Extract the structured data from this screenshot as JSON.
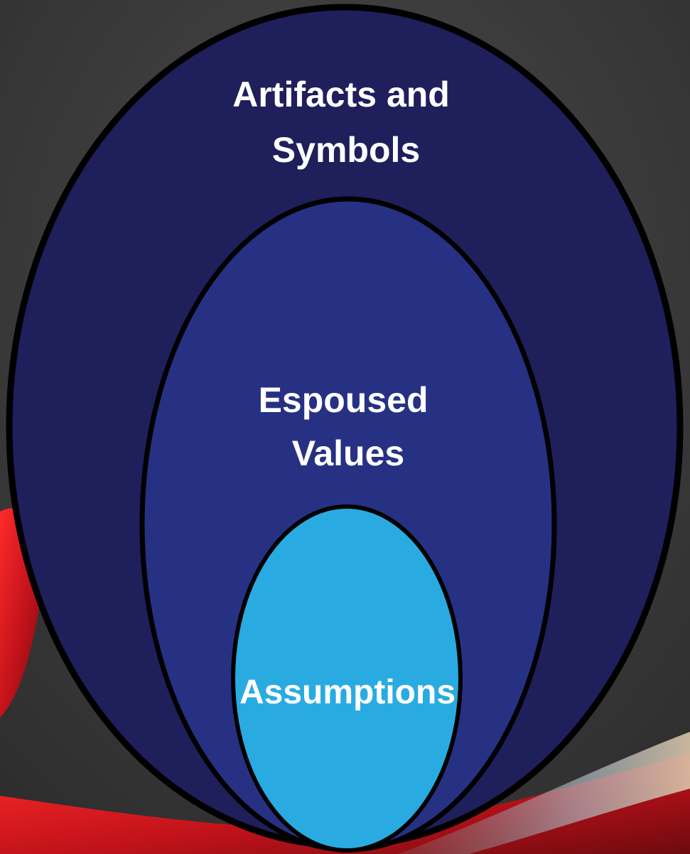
{
  "diagram": {
    "layers": [
      {
        "id": "outer",
        "lines": [
          "Artifacts and",
          "Symbols"
        ],
        "fill": "#1f1f5c"
      },
      {
        "id": "middle",
        "lines": [
          "Espoused",
          "Values"
        ],
        "fill": "#263184"
      },
      {
        "id": "inner",
        "lines": [
          "Assumptions"
        ],
        "fill": "#29abe2"
      }
    ],
    "outline_color": "#000000",
    "background": {
      "base": "#3b3b3b",
      "accent": "#c0121a"
    }
  }
}
